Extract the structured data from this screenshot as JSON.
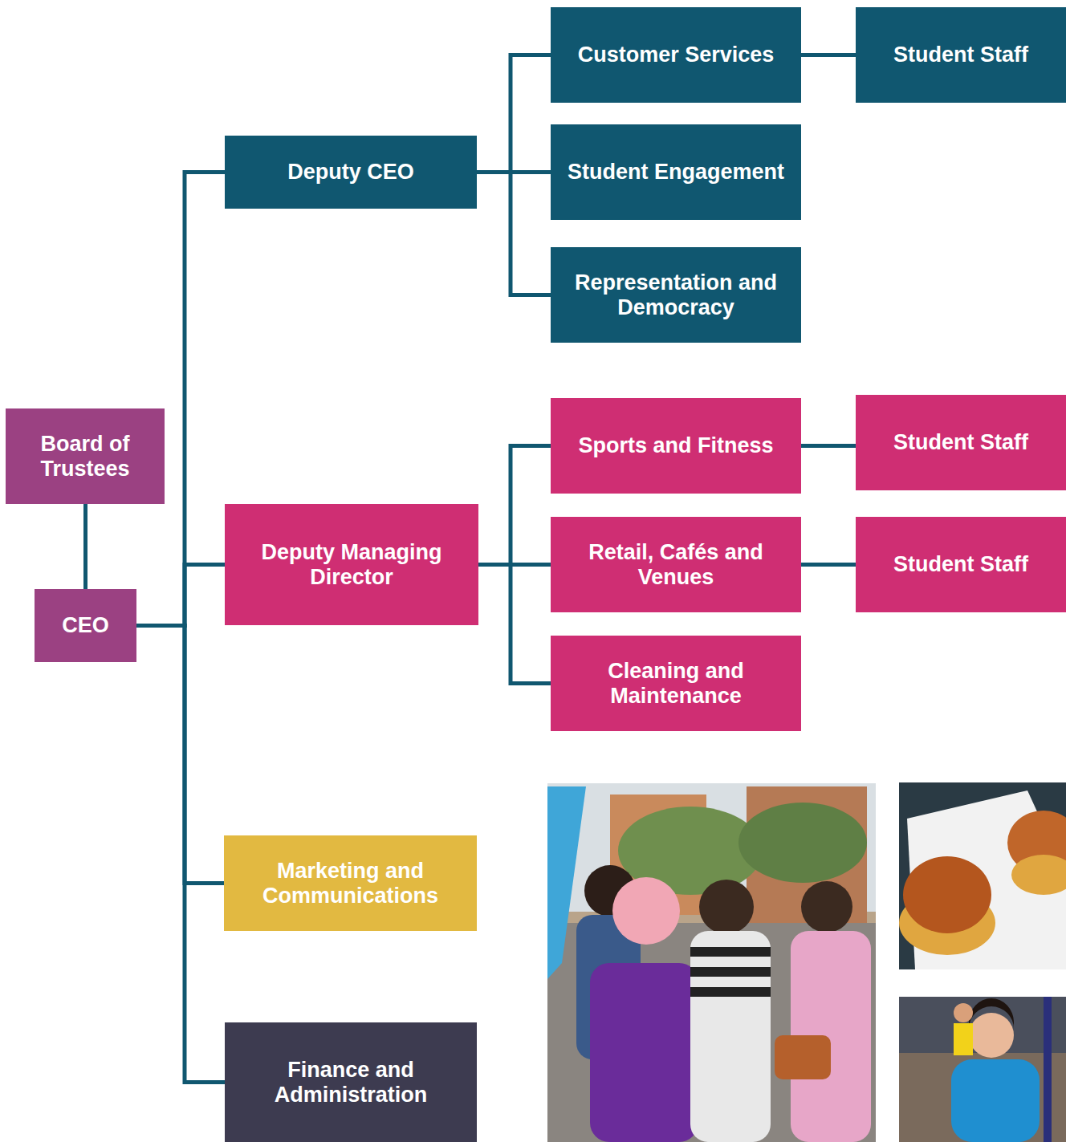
{
  "diagram": {
    "nodes": [
      {
        "text": [
          "Board of Trustees"
        ]
      },
      {
        "text": [
          "CEO"
        ]
      },
      {
        "text": [
          "Deputy CEO"
        ]
      },
      {
        "text": [
          "Customer Services"
        ]
      },
      {
        "text": [
          "Student Staff"
        ]
      },
      {
        "text": [
          "Student Engagement"
        ]
      },
      {
        "text": [
          "Representation and Democracy"
        ]
      },
      {
        "text": [
          "Deputy Managing Director"
        ]
      },
      {
        "text": [
          "Sports and Fitness"
        ]
      },
      {
        "text": [
          "Student Staff"
        ]
      },
      {
        "text": [
          "Retail, Cafés and Venues"
        ]
      },
      {
        "text": [
          "Student Staff"
        ]
      },
      {
        "text": [
          "Cleaning and Maintenance"
        ]
      },
      {
        "text": [
          "Marketing and Communications"
        ]
      },
      {
        "text": [
          "Finance and Administration"
        ]
      }
    ],
    "edges": [
      {
        "from": 0,
        "to": 1,
        "arrow": "none"
      },
      {
        "from": 1,
        "to": 2,
        "arrow": "none"
      },
      {
        "from": 1,
        "to": 7,
        "arrow": "none"
      },
      {
        "from": 1,
        "to": 13,
        "arrow": "none"
      },
      {
        "from": 1,
        "to": 14,
        "arrow": "none"
      },
      {
        "from": 2,
        "to": 3,
        "arrow": "none"
      },
      {
        "from": 2,
        "to": 5,
        "arrow": "none"
      },
      {
        "from": 2,
        "to": 6,
        "arrow": "none"
      },
      {
        "from": 3,
        "to": 4,
        "arrow": "none"
      },
      {
        "from": 7,
        "to": 8,
        "arrow": "none"
      },
      {
        "from": 7,
        "to": 10,
        "arrow": "none"
      },
      {
        "from": 7,
        "to": 12,
        "arrow": "none"
      },
      {
        "from": 8,
        "to": 9,
        "arrow": "none"
      },
      {
        "from": 10,
        "to": 11,
        "arrow": "none"
      }
    ]
  }
}
